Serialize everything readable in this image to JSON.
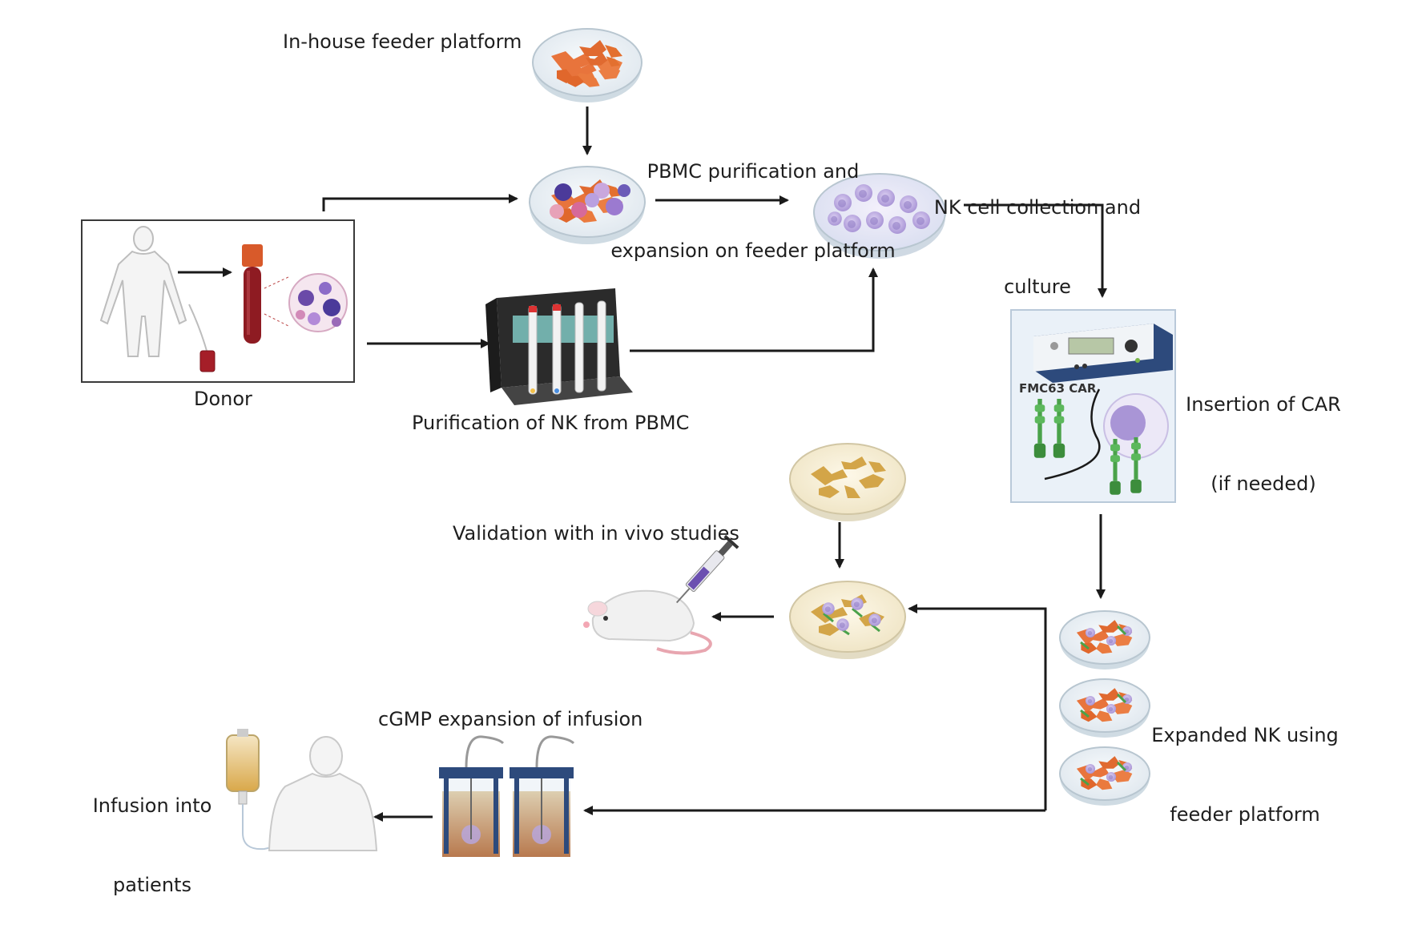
{
  "labels": {
    "feeder_platform": "In-house feeder platform",
    "pbmc_expansion_line1": "PBMC purification and",
    "pbmc_expansion_line2": "expansion on feeder platform",
    "nk_collection_line1": "NK cell collection and",
    "nk_collection_line2": "culture",
    "donor": "Donor",
    "purification_nk": "Purification of NK from PBMC",
    "insertion_car_line1": "Insertion of CAR",
    "insertion_car_line2": "(if needed)",
    "fmc63_car": "FMC63 CAR",
    "validation": "Validation with in vivo studies",
    "expanded_nk_line1": "Expanded NK using",
    "expanded_nk_line2": "feeder platform",
    "cgmp_expansion": "cGMP expansion of infusion",
    "infusion_line1": "Infusion into",
    "infusion_line2": "patients"
  },
  "colors": {
    "arrow": "#1a1a1a",
    "feeder_cell": "#e8743c",
    "nk_cell": "#b7a6dc",
    "blood": "#8e1b22",
    "car_receptor": "#4aa24a",
    "device_blue": "#2d4a7c",
    "dish_rim": "#c8d4dc"
  }
}
